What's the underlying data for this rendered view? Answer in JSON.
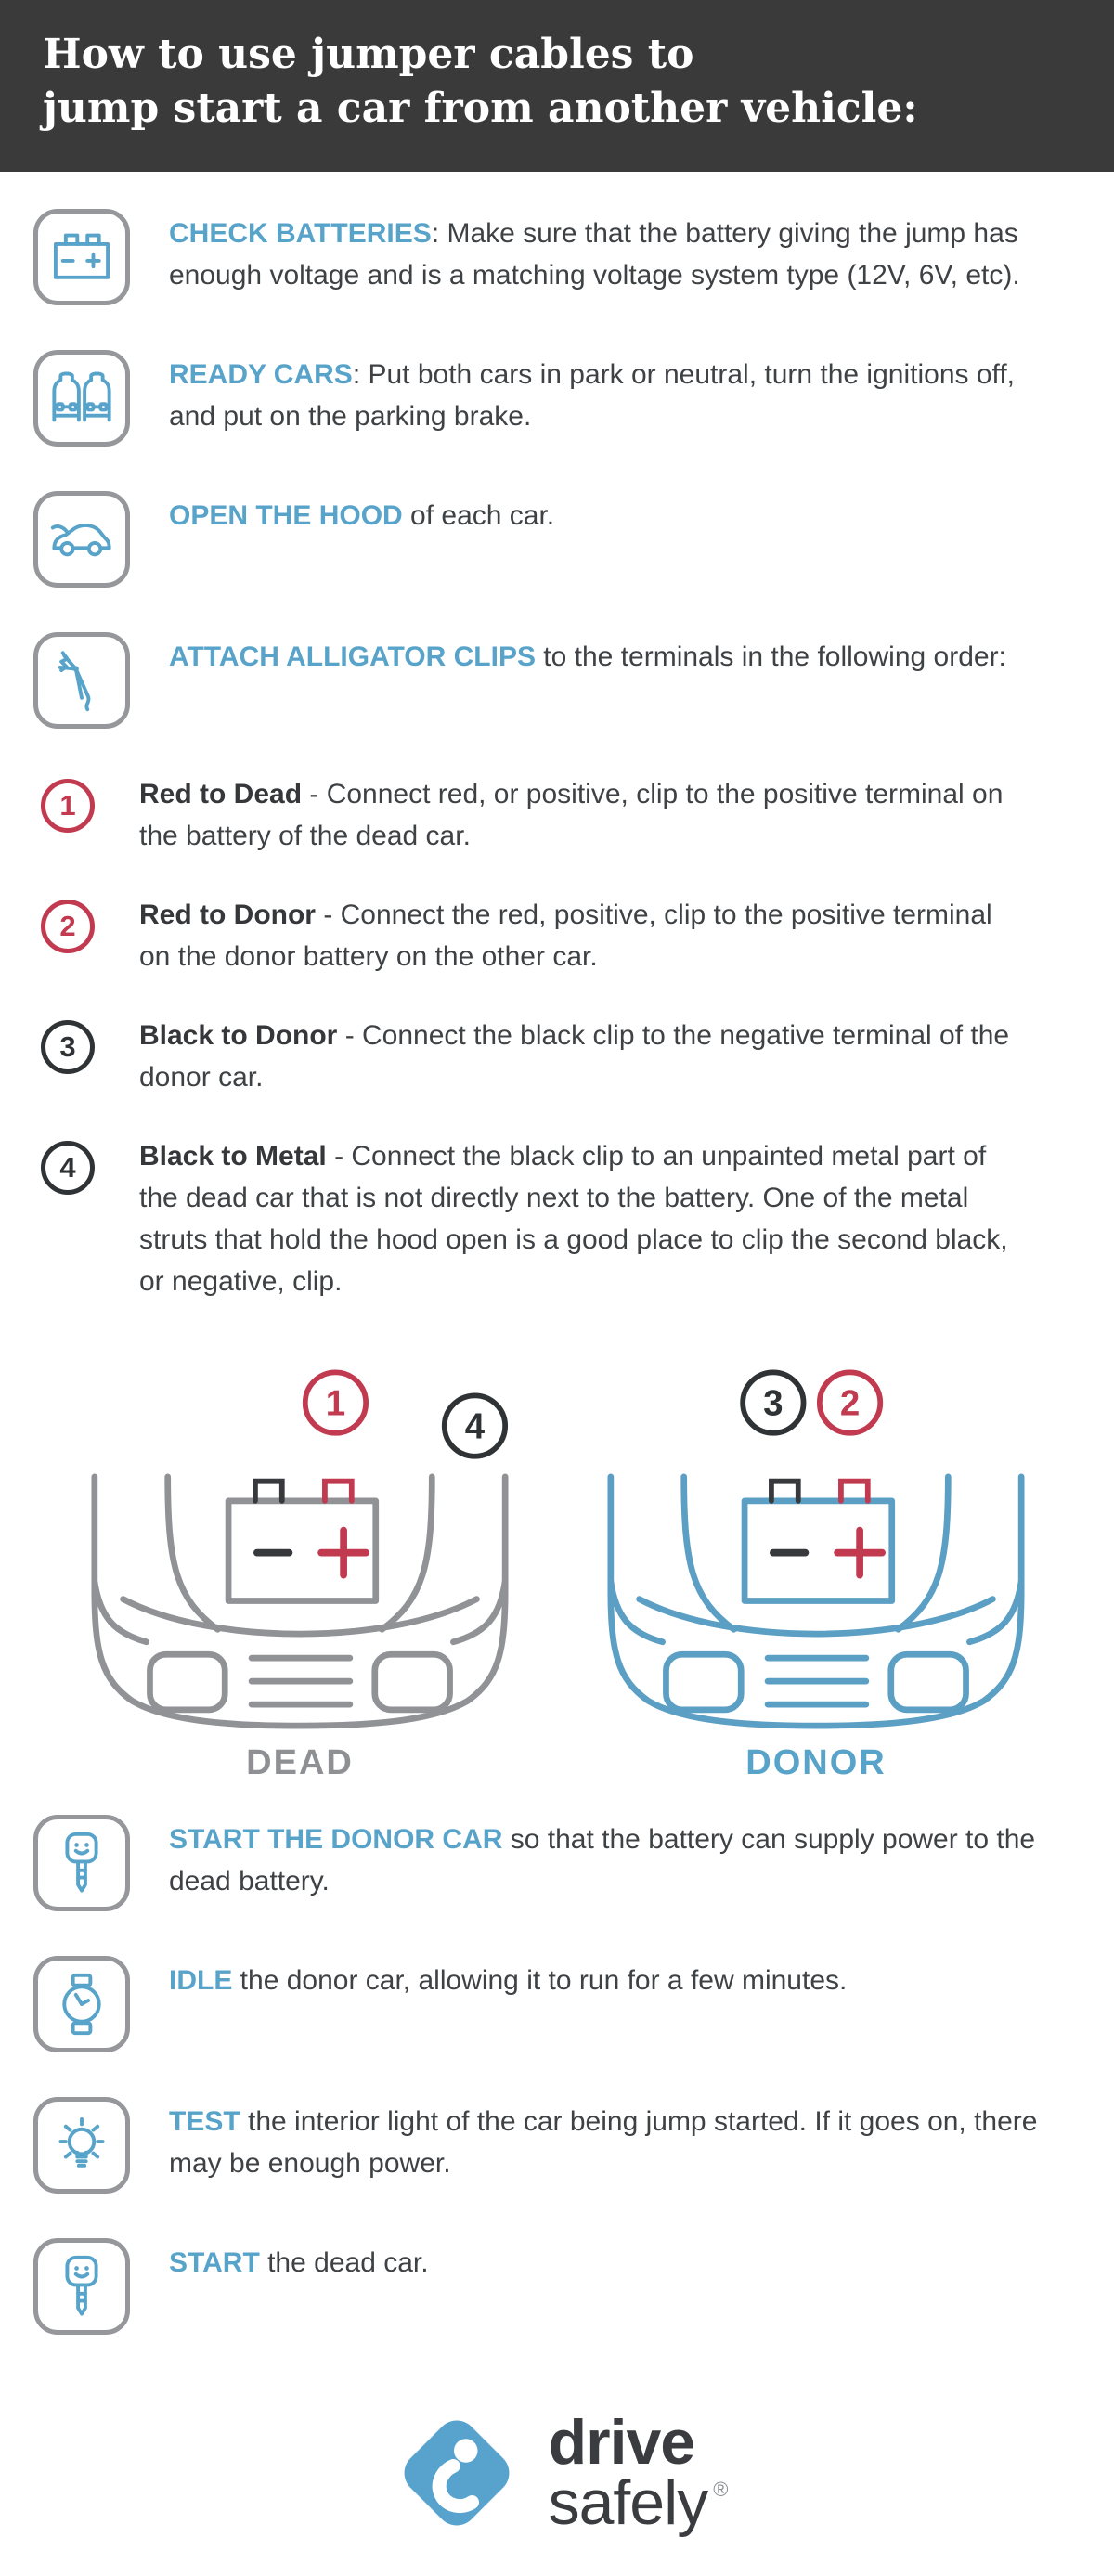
{
  "header": {
    "title_line1": "How to use jumper cables to",
    "title_line2": "jump start a car from another vehicle:"
  },
  "colors": {
    "header_bg": "#3a3a3a",
    "accent_blue": "#58a3c9",
    "accent_red": "#c13a4f",
    "dark_text": "#3f4245",
    "gray_line": "#909296"
  },
  "steps": [
    {
      "icon": "battery-icon",
      "heading": "CHECK BATTERIES",
      "body": ": Make sure that the battery giving the jump has enough voltage and is a matching voltage system type (12V, 6V, etc)."
    },
    {
      "icon": "two-cars-icon",
      "heading": "READY CARS",
      "body": ": Put both cars in park or neutral, turn the ignitions off, and put on the parking brake."
    },
    {
      "icon": "car-hood-open-icon",
      "heading": "OPEN THE HOOD",
      "body": " of each car."
    },
    {
      "icon": "alligator-clip-icon",
      "heading": "ATTACH ALLIGATOR CLIPS",
      "body": " to the terminals in the following order:"
    }
  ],
  "numbered_steps": [
    {
      "number": "1",
      "color": "red",
      "title": "Red to Dead",
      "body": " - Connect red, or positive, clip to the positive terminal on the battery of the dead car."
    },
    {
      "number": "2",
      "color": "red",
      "title": "Red to Donor",
      "body": " - Connect the red, positive, clip to the positive terminal on the donor battery on the other car."
    },
    {
      "number": "3",
      "color": "dark",
      "title": "Black to Donor",
      "body": " - Connect the black clip to the negative terminal of the donor car."
    },
    {
      "number": "4",
      "color": "dark",
      "title": "Black to Metal",
      "body": " - Connect the black clip to an unpainted metal part of the dead car that is not directly next to the battery. One of the metal struts that hold the hood open is a good place to clip the second black, or negative, clip."
    }
  ],
  "diagram": {
    "dead": {
      "label": "DEAD",
      "badge_positive": "1",
      "badge_metal": "4"
    },
    "donor": {
      "label": "DONOR",
      "badge_negative": "3",
      "badge_positive": "2"
    },
    "battery_symbols": {
      "negative": "−",
      "positive": "+"
    }
  },
  "final_steps": [
    {
      "icon": "car-key-icon",
      "heading": "START THE DONOR CAR",
      "body": " so that the battery can supply power to the dead battery."
    },
    {
      "icon": "watch-icon",
      "heading": "IDLE",
      "body": " the donor car, allowing it to run for a few minutes."
    },
    {
      "icon": "light-bulb-icon",
      "heading": "TEST",
      "body": " the interior light of the car being jump started. If it goes on, there may be enough power."
    },
    {
      "icon": "car-key-icon",
      "heading": "START",
      "body": " the dead car."
    }
  ],
  "footer": {
    "brand_line1": "drive",
    "brand_line2": "safely",
    "registered": "®"
  }
}
